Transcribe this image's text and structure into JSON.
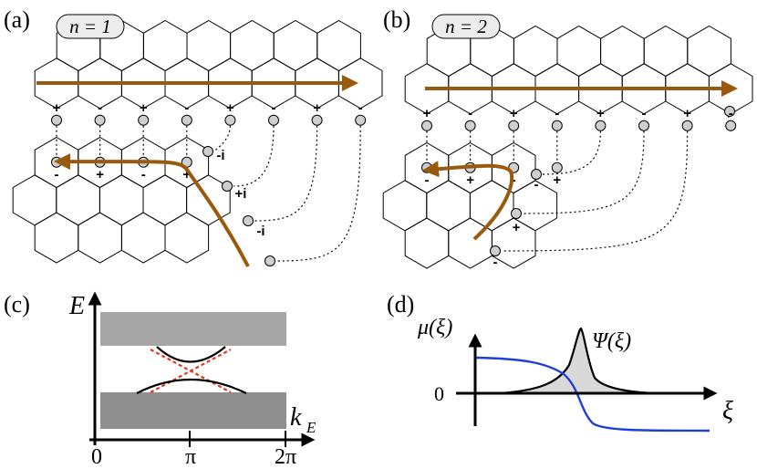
{
  "panels": {
    "a": {
      "label": "(a)",
      "badge": "n = 1",
      "top_signs": [
        "+",
        "-",
        "+",
        "-",
        "+",
        "-",
        "+",
        "-"
      ],
      "bottom_signs": [
        "-",
        "+",
        "-",
        "+"
      ],
      "edge_signs": [
        "-i",
        "+i",
        "-i"
      ]
    },
    "b": {
      "label": "(b)",
      "badge": "n = 2",
      "top_signs": [
        "+",
        "-",
        "+",
        "-",
        "+",
        "-",
        "+",
        "-"
      ],
      "bottom_signs": [
        "-",
        "+",
        "-",
        "+"
      ],
      "edge_signs": [
        "-",
        "+",
        "-"
      ]
    },
    "c": {
      "label": "(c)",
      "y_axis": "E",
      "x_axis": "k",
      "x_axis_sub": "E",
      "ticks": [
        "0",
        "π",
        "2π"
      ]
    },
    "d": {
      "label": "(d)",
      "y_axis": "μ(ξ)",
      "x_axis": "ξ",
      "zero_label": "0",
      "curve_label": "Ψ(ξ)"
    }
  },
  "colors": {
    "arrow": "#9a5a0e",
    "band_upper": "#a6a6a6",
    "band_lower": "#8f8f8f",
    "dashed": "#e03a1e",
    "mu_curve": "#1e3fe0",
    "site": "#cfcfcf",
    "psi_fill": "#d9d9d9"
  }
}
